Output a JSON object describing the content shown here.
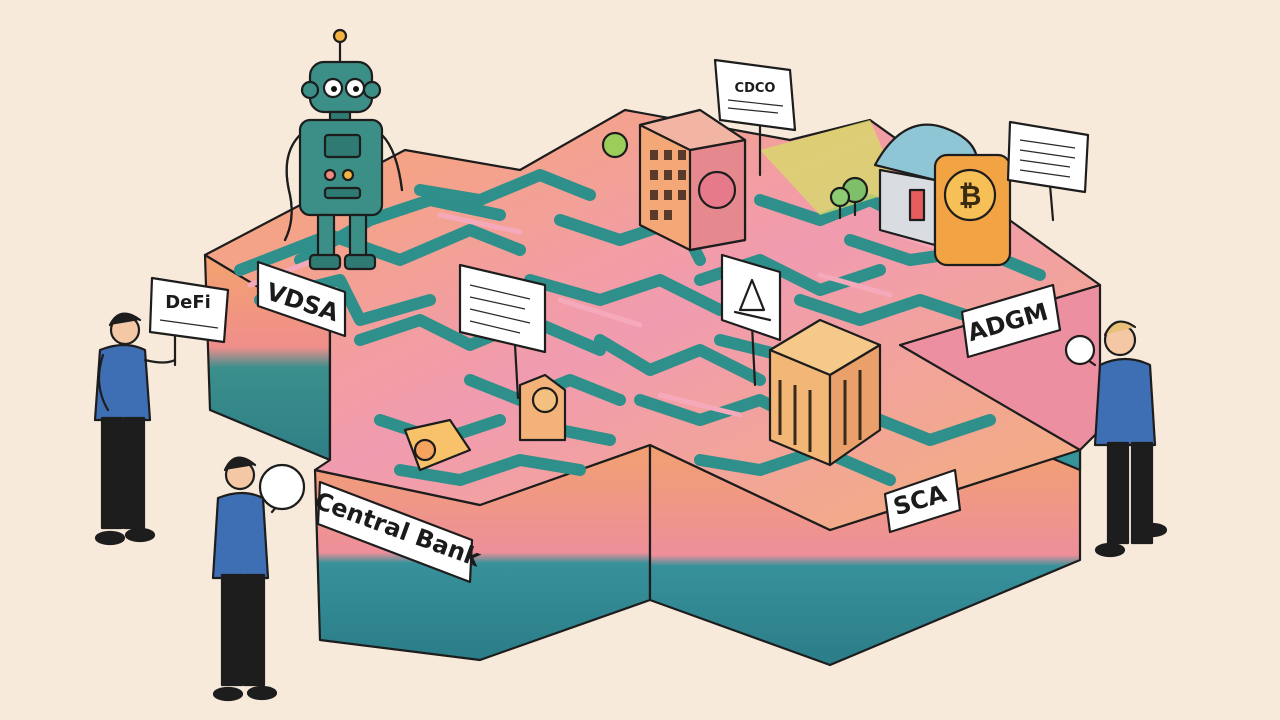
{
  "labels": {
    "vdsa": "VDSA",
    "adgm": "ADGM",
    "central_bank": "Central Bank",
    "sca": "SCA"
  },
  "signs": {
    "defi": "DeFi"
  },
  "colors": {
    "background": "#f8eadb",
    "teal": "#2f8f8a",
    "pink": "#ef9db0",
    "orange": "#f3a16b",
    "yellow": "#f2d36b",
    "shirt_blue": "#3e6fb4",
    "robot_teal": "#3b8f86"
  }
}
